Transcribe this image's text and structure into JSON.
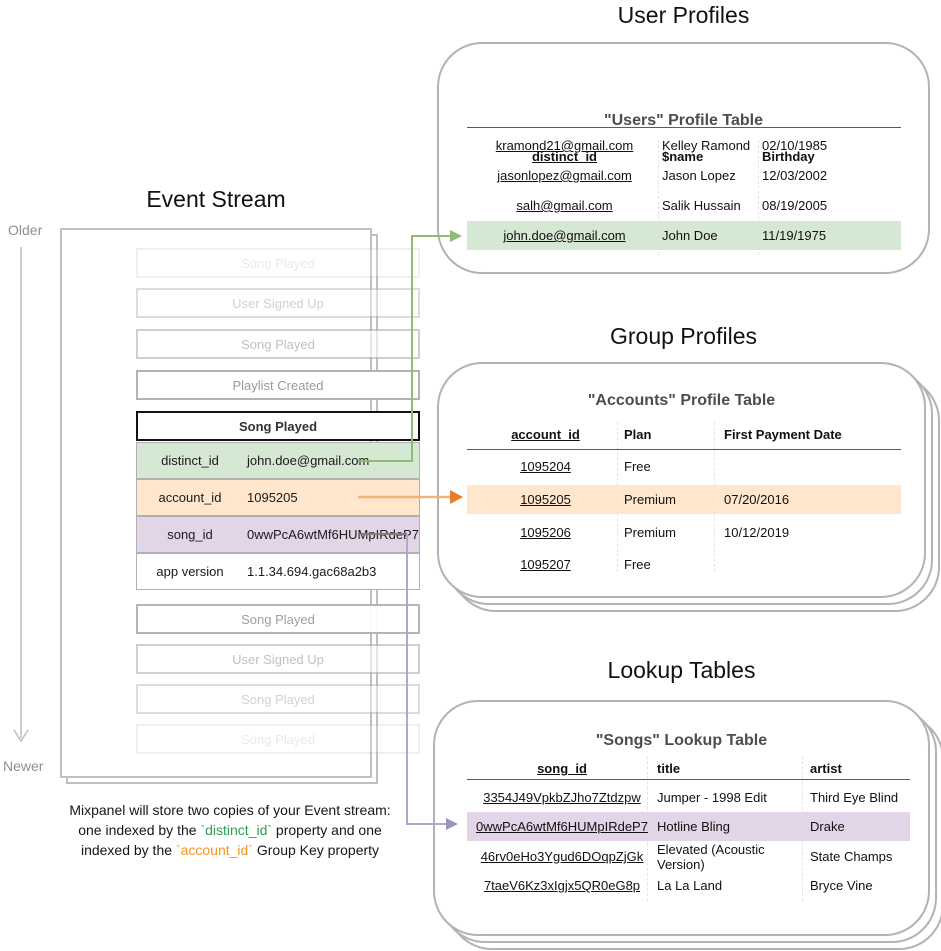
{
  "event_stream": {
    "title": "Event Stream",
    "older_label": "Older",
    "newer_label": "Newer",
    "events_before": [
      "Song Played",
      "User Signed Up",
      "Song Played",
      "Playlist Created"
    ],
    "expanded_event": {
      "name": "Song Played",
      "properties": [
        {
          "key": "distinct_id",
          "value": "john.doe@gmail.com"
        },
        {
          "key": "account_id",
          "value": "1095205"
        },
        {
          "key": "song_id",
          "value": "0wwPcA6wtMf6HUMpIRdeP7"
        },
        {
          "key": "app version",
          "value": "1.1.34.694.gac68a2b3"
        }
      ]
    },
    "events_after": [
      "Song Played",
      "User Signed Up",
      "Song Played",
      "Song Played"
    ]
  },
  "user_profiles": {
    "section_title": "User Profiles",
    "table_title": "\"Users\" Profile Table",
    "columns": [
      "distinct_id",
      "$name",
      "Birthday"
    ],
    "rows": [
      [
        "kramond21@gmail.com",
        "Kelley Ramond",
        "02/10/1985"
      ],
      [
        "jasonlopez@gmail.com",
        "Jason Lopez",
        "12/03/2002"
      ],
      [
        "salh@gmail.com",
        "Salik Hussain",
        "08/19/2005"
      ],
      [
        "john.doe@gmail.com",
        "John Doe",
        "11/19/1975"
      ]
    ],
    "highlighted_row_index": 3
  },
  "group_profiles": {
    "section_title": "Group Profiles",
    "table_title": "\"Accounts\" Profile Table",
    "columns": [
      "account_id",
      "Plan",
      "First Payment Date"
    ],
    "rows": [
      [
        "1095204",
        "Free",
        ""
      ],
      [
        "1095205",
        "Premium",
        "07/20/2016"
      ],
      [
        "1095206",
        "Premium",
        "10/12/2019"
      ],
      [
        "1095207",
        "Free",
        ""
      ]
    ],
    "highlighted_row_index": 1
  },
  "lookup_tables": {
    "section_title": "Lookup Tables",
    "table_title": "\"Songs\" Lookup Table",
    "columns": [
      "song_id",
      "title",
      "artist"
    ],
    "rows": [
      [
        "3354J49VpkbZJho7Ztdzpw",
        "Jumper - 1998 Edit",
        "Third Eye Blind"
      ],
      [
        "0wwPcA6wtMf6HUMpIRdeP7",
        "Hotline Bling",
        "Drake"
      ],
      [
        "46rv0eHo3Ygud6DOqpZjGk",
        "Elevated (Acoustic Version)",
        "State Champs"
      ],
      [
        "7taeV6Kz3xIgjx5QR0eG8p",
        "La La Land",
        "Bryce Vine"
      ]
    ],
    "highlighted_row_index": 1
  },
  "caption": {
    "line1": "Mixpanel will store two copies of your Event stream:",
    "line2_prefix": "one indexed by the ",
    "line2_code": "`distinct_id`",
    "line2_suffix": " property and one",
    "line3_prefix": "indexed by the ",
    "line3_code": "`account_id`",
    "line3_suffix": " Group Key property"
  },
  "colors": {
    "distinct_id_highlight": "#d5e8d4",
    "account_id_highlight": "#ffe6cc",
    "song_id_highlight": "#e1d5e7",
    "green_arrow": "#8fbb74",
    "orange_arrow": "#f2b377",
    "orange_arrowhead": "#ea7d28",
    "purple_arrow": "#b3a6c9",
    "gray_stub": "#7f7f7f",
    "caption_green": "#2f9e4f",
    "caption_orange": "#f7941d"
  }
}
